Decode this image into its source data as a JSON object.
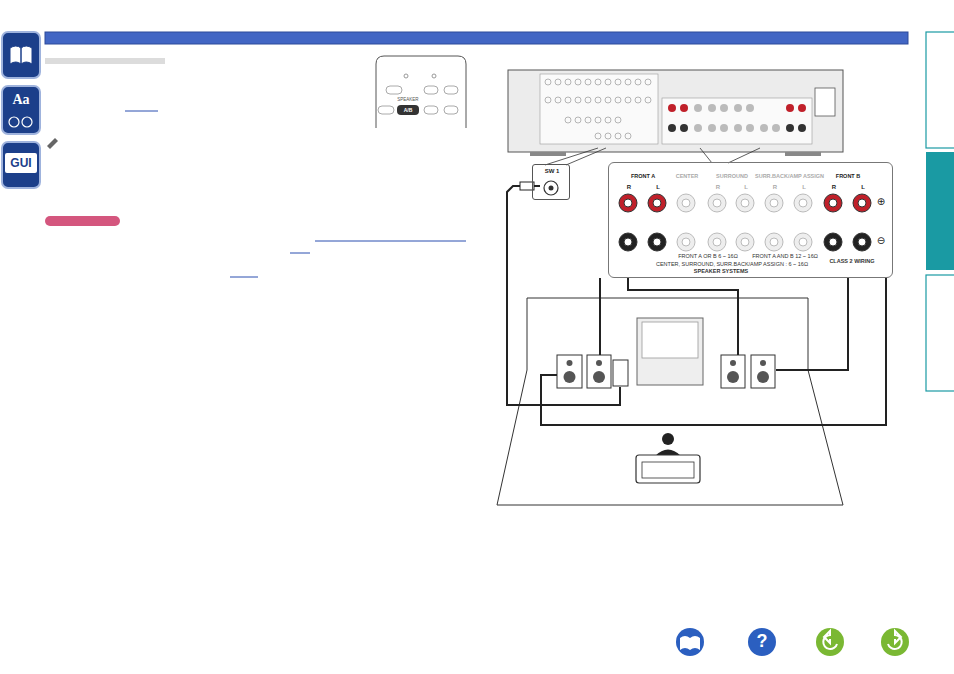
{
  "diagram": {
    "nodes": [
      {
        "text": [
          "SW 1"
        ]
      },
      {
        "text": [
          "SPEAKER SYSTEMS",
          "FRONT A OR B 6 ~ 16Ω",
          "FRONT A AND B 12 ~ 16Ω",
          "CENTER, SURROUND, SURR.BACK/AMP ASSIGN : 6 ~ 16Ω",
          "CLASS 2 WIRING"
        ]
      },
      {
        "text": [
          "FRONT A",
          "R",
          "L"
        ],
        "in": 1
      },
      {
        "text": [
          "CENTER"
        ],
        "in": 1
      },
      {
        "text": [
          "SURROUND",
          "R",
          "L"
        ],
        "in": 1
      },
      {
        "text": [
          "SURR.BACK/AMP ASSIGN",
          "R",
          "L"
        ],
        "in": 1
      },
      {
        "text": [
          "FRONT B",
          "R",
          "L"
        ],
        "in": 1
      }
    ],
    "labels": [
      "Aa",
      "GUI",
      "SPEAKER",
      "A/B",
      "⊕",
      "⊖",
      "?"
    ]
  }
}
